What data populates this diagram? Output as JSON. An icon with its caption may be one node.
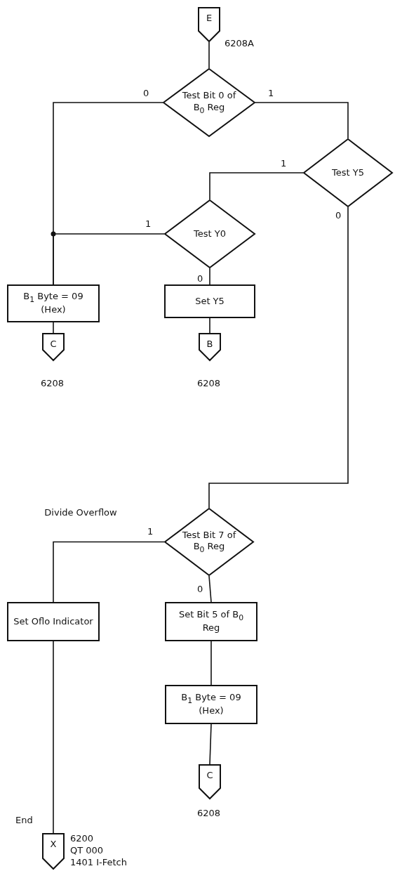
{
  "diagram": {
    "nodes": [
      {
        "text": [
          "E"
        ],
        "beside": [
          "6208A"
        ]
      },
      {
        "text": [
          "Test Bit 0 of B$_{0}$ Reg"
        ]
      },
      {
        "text": [
          "Test Y5"
        ]
      },
      {
        "text": [
          "Test Y0"
        ]
      },
      {
        "text": [
          "B$_{1}$ Byte = 09 (Hex)"
        ]
      },
      {
        "text": [
          "Set Y5"
        ]
      },
      {
        "text": [
          "C"
        ],
        "beside": [
          "6208"
        ]
      },
      {
        "text": [
          "B"
        ],
        "beside": [
          "6208"
        ]
      },
      {
        "text": [
          "Test Bit 7 of B$_{0}$ Reg"
        ]
      },
      {
        "text": [
          "Set Oflo Indicator"
        ]
      },
      {
        "text": [
          "Set Bit 5 of B$_{0}$ Reg"
        ]
      },
      {
        "text": [
          "B$_{1}$ Byte = 09 (Hex)"
        ]
      },
      {
        "text": [
          "C"
        ],
        "beside": [
          "6208"
        ]
      },
      {
        "text": [
          "X"
        ],
        "beside": [
          "End",
          "6200",
          "QT 000",
          "1401 I-Fetch"
        ]
      }
    ],
    "edges": [
      {
        "from": 0,
        "to": 1,
        "arrow": "none"
      },
      {
        "from": 1,
        "to": 4,
        "arrow": "none",
        "label": "0"
      },
      {
        "from": 1,
        "to": 2,
        "arrow": "none",
        "label": "1"
      },
      {
        "from": 2,
        "to": 3,
        "arrow": "none",
        "label": "1"
      },
      {
        "from": 2,
        "to": 8,
        "arrow": "none",
        "label": "0"
      },
      {
        "from": 3,
        "to": 4,
        "arrow": "none",
        "label": "1"
      },
      {
        "from": 3,
        "to": 5,
        "arrow": "none",
        "label": "0"
      },
      {
        "from": 4,
        "to": 6,
        "arrow": "none"
      },
      {
        "from": 5,
        "to": 7,
        "arrow": "none"
      },
      {
        "from": 8,
        "to": 9,
        "arrow": "none",
        "label": "1"
      },
      {
        "from": 8,
        "to": 10,
        "arrow": "none",
        "label": "0"
      },
      {
        "from": 10,
        "to": 11,
        "arrow": "none"
      },
      {
        "from": 11,
        "to": 12,
        "arrow": "none"
      },
      {
        "from": 9,
        "to": 13,
        "arrow": "none"
      }
    ],
    "labels": [
      "Divide Overflow"
    ]
  }
}
